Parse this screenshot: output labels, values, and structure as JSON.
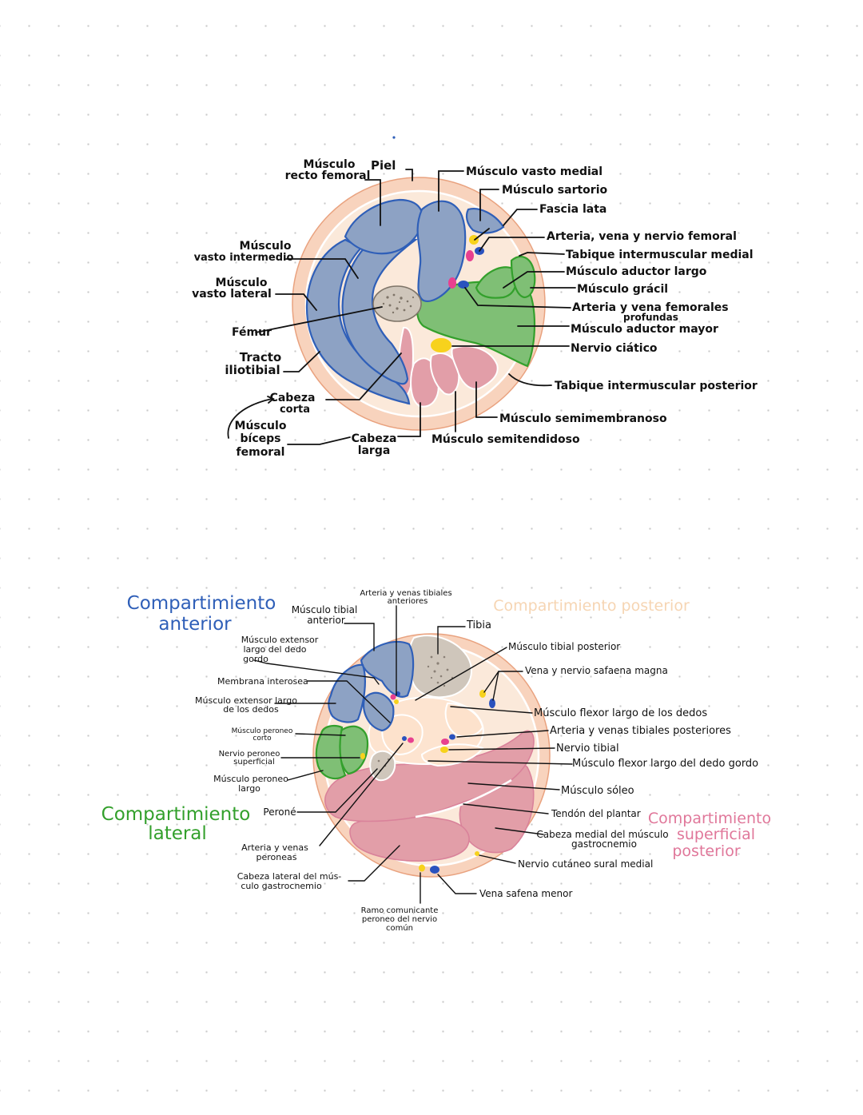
{
  "colors": {
    "muscle_blue": "#8da2c4",
    "muscle_blue_stroke": "#2f5fb8",
    "muscle_green": "#7fbf75",
    "muscle_green_stroke": "#33a02c",
    "muscle_pink": "#e29ea8",
    "skin": "#f8d3bd",
    "fascia": "#fbe7d6",
    "bone": "#c8c0b6",
    "artery_pink": "#e8408f",
    "vein_blue": "#2a52be",
    "nerve_yellow": "#f7d21c",
    "title_anterior": "#2f5fb8",
    "title_posterior": "#f6d5b3",
    "title_lateral": "#33a02c",
    "title_superficial": "#e0779a"
  },
  "thigh": {
    "labels": {
      "recto_femoral": [
        "Músculo",
        "recto femoral"
      ],
      "piel": "Piel",
      "vasto_medial": "Músculo vasto medial",
      "sartorio": "Músculo sartorio",
      "fascia_lata": "Fascia lata",
      "arteria_femoral": "Arteria, vena y nervio femoral",
      "tabique_medial": "Tabique intermuscular medial",
      "aductor_largo": "Músculo aductor largo",
      "gracil": "Músculo grácil",
      "femorales_profundas": [
        "Arteria y vena femorales",
        "profundas"
      ],
      "aductor_mayor": "Músculo aductor mayor",
      "ciatico": "Nervio ciático",
      "tabique_posterior": "Tabique intermuscular posterior",
      "semimembranoso": "Músculo semimembranoso",
      "semitendidoso": "Músculo semitendidoso",
      "cabeza_larga": [
        "Cabeza",
        "larga"
      ],
      "biceps": [
        "Músculo",
        "bíceps",
        "femoral"
      ],
      "cabeza_corta": [
        "Cabeza",
        "corta"
      ],
      "iliotibial": [
        "Tracto",
        "iliotibial"
      ],
      "femur": "Fémur",
      "vasto_lateral": [
        "Músculo",
        "vasto lateral"
      ],
      "vasto_intermedio": [
        "Músculo",
        "vasto intermedio"
      ]
    }
  },
  "leg": {
    "titles": {
      "anterior": [
        "Compartimiento",
        "anterior"
      ],
      "posterior": "Compartimiento posterior",
      "lateral": [
        "Compartimiento",
        "lateral"
      ],
      "superficial": [
        "Compartimiento",
        "superficial",
        "posterior"
      ]
    },
    "labels": {
      "tibiales_anteriores": [
        "Arteria y venas tibiales",
        "anteriores"
      ],
      "tibial_anterior": [
        "Músculo tibial",
        "anterior"
      ],
      "tibia": "Tibia",
      "extensor_dedo_gordo": [
        "Músculo extensor",
        "largo del dedo",
        "gordo"
      ],
      "tibial_posterior": "Músculo tibial posterior",
      "safena_magna": "Vena y nervio safaena magna",
      "interosea": "Membrana interosea",
      "extensor_dedos": [
        "Músculo extensor largo",
        "de los dedos"
      ],
      "flexor_dedos": "Músculo flexor largo de los dedos",
      "tibiales_posteriores": "Arteria y venas tibiales posteriores",
      "peroneo_corto": [
        "Músculo peroneo",
        "corto"
      ],
      "nervio_tibial": "Nervio tibial",
      "nervio_peroneo_sup": [
        "Nervio peroneo",
        "superficial"
      ],
      "flexor_dedo_gordo": "Músculo flexor largo del dedo gordo",
      "peroneo_largo": [
        "Músculo peroneo",
        "largo"
      ],
      "soleo": "Músculo sóleo",
      "perone": "Peroné",
      "tendon_plantar": "Tendón del plantar",
      "arteria_peroneas": [
        "Arteria y venas",
        "peroneas"
      ],
      "gastro_medial": [
        "Cabeza medial del músculo",
        "gastrocnemio"
      ],
      "gastro_lateral": [
        "Cabeza lateral del mús-",
        "culo gastrocnemio"
      ],
      "sural": "Nervio cutáneo sural medial",
      "safena_menor": "Vena safena menor",
      "ramo_comunicante": [
        "Ramo comunicante",
        "peroneo del nervio",
        "común"
      ]
    }
  }
}
